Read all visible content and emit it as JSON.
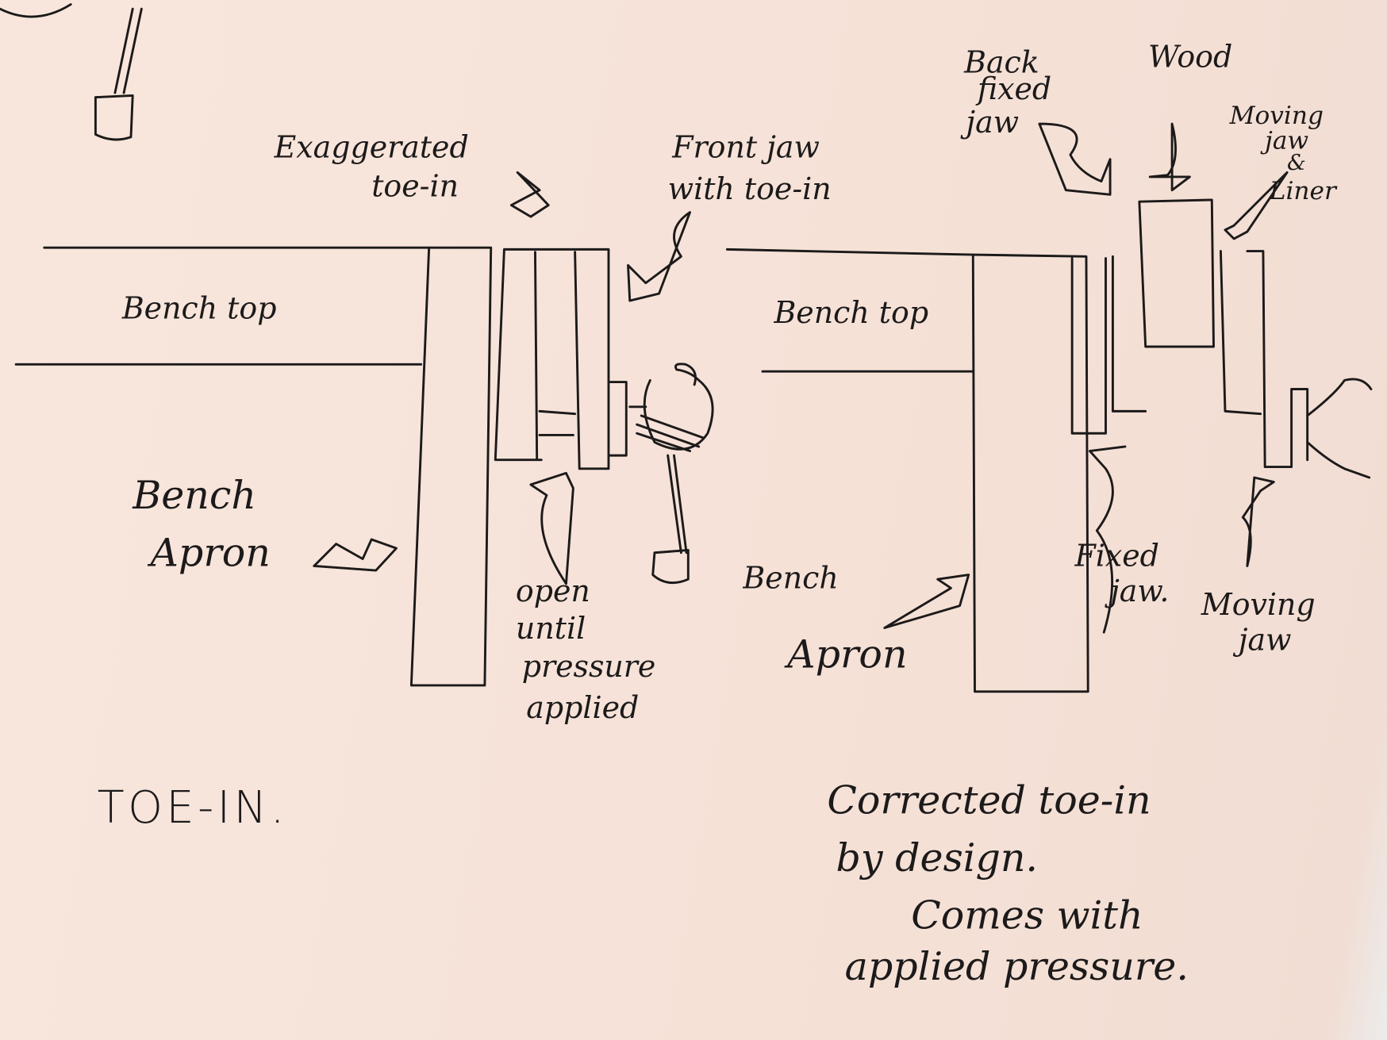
{
  "toe_in_diagram": {
    "label_exaggerated": [
      "Exaggerated",
      "toe-in"
    ],
    "label_front_jaw": [
      "Front jaw",
      "with toe-in"
    ],
    "label_bench_top": "Bench top",
    "label_bench_apron": [
      "Bench",
      "Apron"
    ],
    "label_open": [
      "open",
      "until",
      "pressure",
      "applied"
    ],
    "title": "TOE-IN."
  },
  "corrected_diagram": {
    "label_back_fixed_jaw": [
      "Back",
      "fixed",
      "jaw"
    ],
    "label_wood": "Wood",
    "label_moving_jaw_liner": [
      "Moving",
      "jaw",
      "&",
      "Liner"
    ],
    "label_bench_top": "Bench top",
    "label_bench_apron": [
      "Bench",
      "Apron"
    ],
    "label_fixed_jaw": [
      "Fixed",
      "jaw."
    ],
    "label_moving_jaw": [
      "Moving",
      "jaw"
    ],
    "caption": [
      "Corrected toe-in",
      "by design.",
      "Comes with",
      "applied pressure."
    ]
  }
}
